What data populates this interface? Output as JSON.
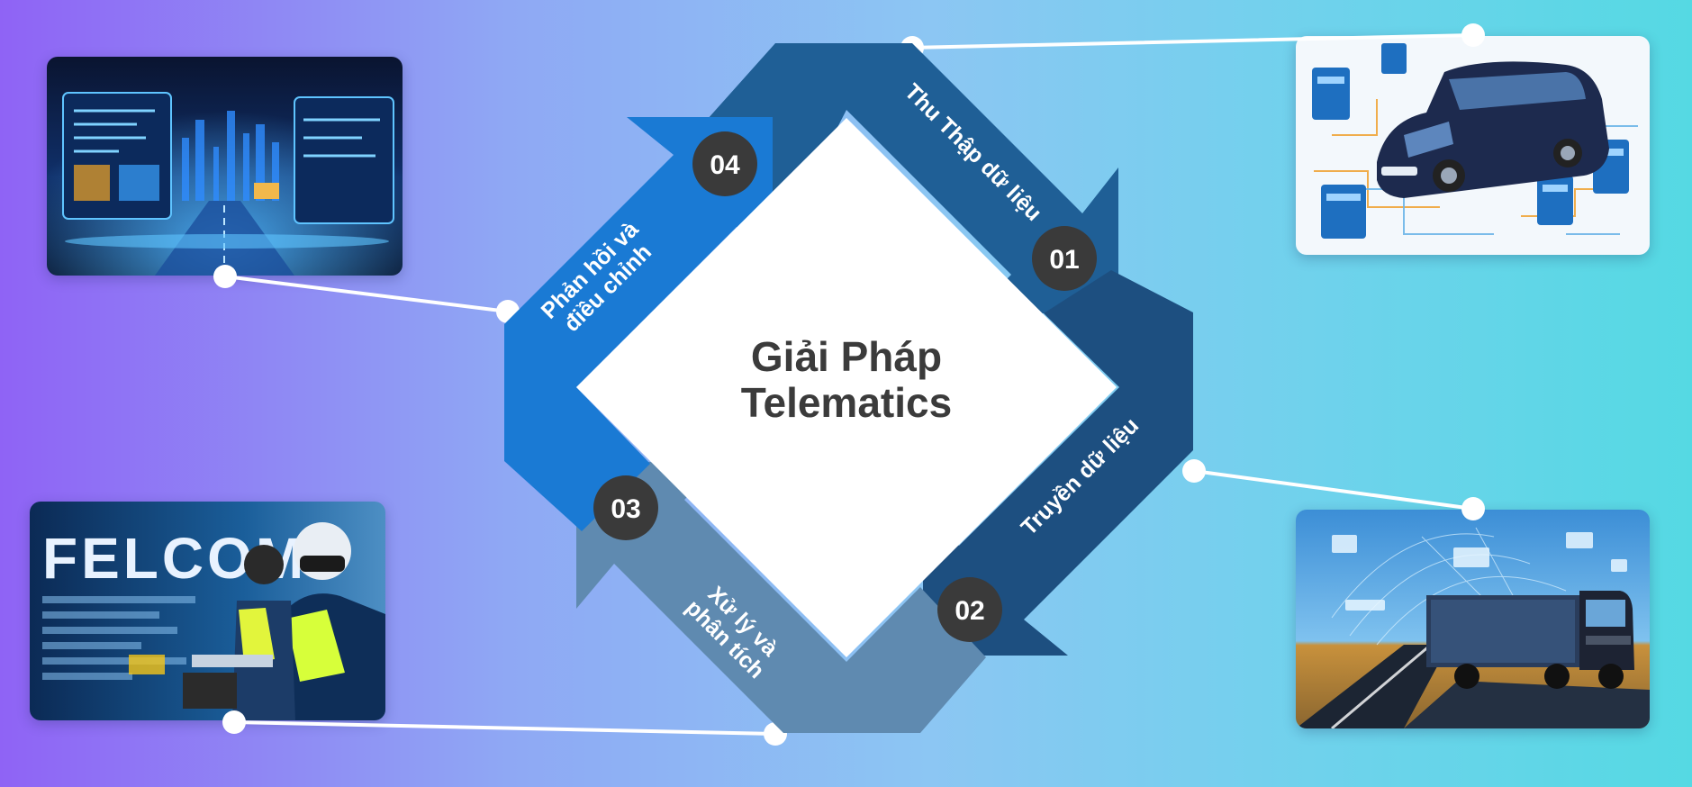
{
  "title": {
    "line1": "Giải Pháp",
    "line2": "Telematics"
  },
  "steps": [
    {
      "number": "01",
      "label_lines": [
        "Thu Thập dữ liệu"
      ],
      "color": "#1f5f96"
    },
    {
      "number": "02",
      "label_lines": [
        "Truyền dữ liệu"
      ],
      "color": "#1d4f80"
    },
    {
      "number": "03",
      "label_lines": [
        "Xử lý và",
        "phân tích"
      ],
      "color": "#5f8ab0"
    },
    {
      "number": "04",
      "label_lines": [
        "Phản hồi và",
        "điều chỉnh"
      ],
      "color": "#1a7ad4"
    }
  ],
  "photos": [
    {
      "name": "smart-city-dashboard-photo",
      "position": "top-left"
    },
    {
      "name": "control-room-operators-photo",
      "position": "bottom-left",
      "visible_text": "FELCOM"
    },
    {
      "name": "connected-van-photo",
      "position": "top-right"
    },
    {
      "name": "connected-truck-photo",
      "position": "bottom-right"
    }
  ],
  "colors": {
    "background_left": "#8f63f5",
    "background_right": "#55d9e3",
    "number_badge": "#3a3a3a",
    "connector": "#ffffff",
    "title_text": "#3b3b3b"
  }
}
